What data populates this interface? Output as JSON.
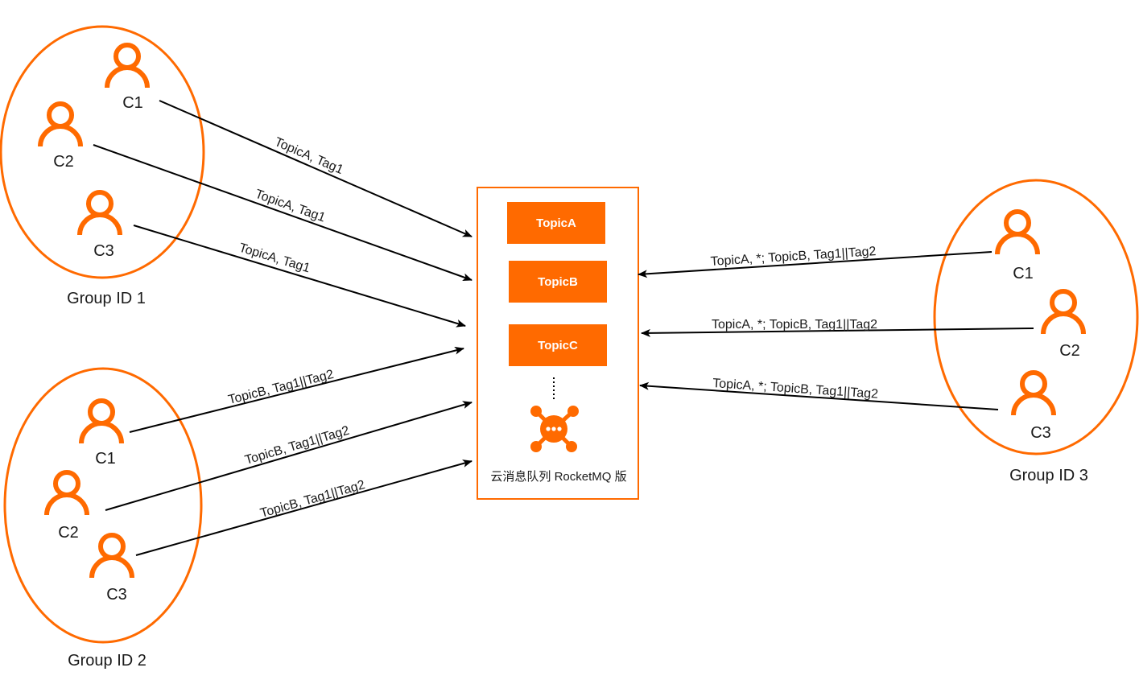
{
  "colors": {
    "accent": "#FF6A00",
    "line": "#000000",
    "text": "#1a1a1a"
  },
  "groups": [
    {
      "label": "Group ID 1",
      "consumers": [
        "C1",
        "C2",
        "C3"
      ]
    },
    {
      "label": "Group ID 2",
      "consumers": [
        "C1",
        "C2",
        "C3"
      ]
    },
    {
      "label": "Group ID 3",
      "consumers": [
        "C1",
        "C2",
        "C3"
      ]
    }
  ],
  "broker": {
    "topics": [
      "TopicA",
      "TopicB",
      "TopicC"
    ],
    "label": "云消息队列 RocketMQ 版",
    "icon": "rocketmq-hub-icon"
  },
  "edges": {
    "group1": [
      "TopicA, Tag1",
      "TopicA, Tag1",
      "TopicA, Tag1"
    ],
    "group2": [
      "TopicB, Tag1||Tag2",
      "TopicB, Tag1||Tag2",
      "TopicB, Tag1||Tag2"
    ],
    "group3": [
      "TopicA, *; TopicB, Tag1||Tag2",
      "TopicA, *; TopicB, Tag1||Tag2",
      "TopicA, *; TopicB, Tag1||Tag2"
    ]
  }
}
